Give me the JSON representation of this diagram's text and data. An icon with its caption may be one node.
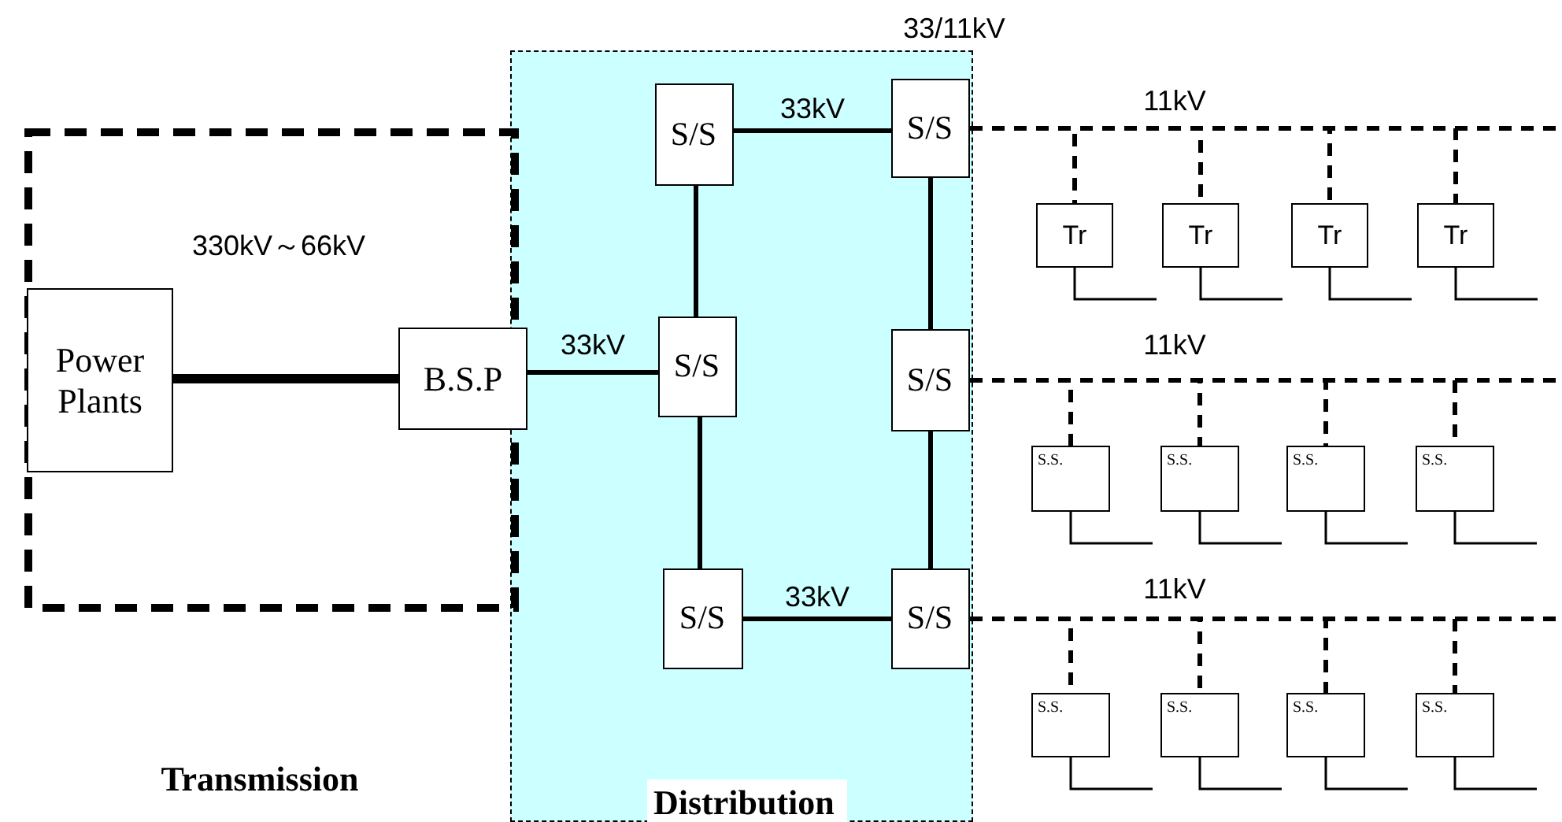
{
  "diagram": {
    "nodes": [
      {
        "text": [
          "Power Plants"
        ]
      },
      {
        "text": [
          "B.S.P"
        ]
      },
      {
        "text": [
          "Distribution"
        ]
      },
      {
        "text": [
          "S/S"
        ],
        "in": 2
      },
      {
        "text": [
          "S/S"
        ],
        "in": 2
      },
      {
        "text": [
          "S/S"
        ],
        "in": 2
      },
      {
        "text": [
          "S/S"
        ],
        "in": 2
      },
      {
        "text": [
          "S/S"
        ],
        "in": 2
      },
      {
        "text": [
          "S/S"
        ],
        "in": 2
      },
      {
        "text": [
          "Tr"
        ]
      },
      {
        "text": [
          "Tr"
        ]
      },
      {
        "text": [
          "Tr"
        ]
      },
      {
        "text": [
          "Tr"
        ]
      },
      {
        "text": [
          "S.S."
        ]
      },
      {
        "text": [
          "S.S."
        ]
      },
      {
        "text": [
          "S.S."
        ]
      },
      {
        "text": [
          "S.S."
        ]
      },
      {
        "text": [
          "S.S."
        ]
      },
      {
        "text": [
          "S.S."
        ]
      },
      {
        "text": [
          "S.S."
        ]
      },
      {
        "text": [
          "S.S."
        ]
      }
    ],
    "edges": [
      {
        "from": 0,
        "to": 1,
        "arrow": "none",
        "style": "thick"
      },
      {
        "from": 1,
        "to": 5,
        "arrow": "none",
        "label": "33kV"
      },
      {
        "from": 3,
        "to": 4,
        "arrow": "none",
        "label": "33kV"
      },
      {
        "from": 3,
        "to": 5,
        "arrow": "none"
      },
      {
        "from": 5,
        "to": 7,
        "arrow": "none"
      },
      {
        "from": 4,
        "to": 6,
        "arrow": "none"
      },
      {
        "from": 6,
        "to": 8,
        "arrow": "none"
      },
      {
        "from": 7,
        "to": 8,
        "arrow": "none",
        "label": "33kV"
      },
      {
        "from": 4,
        "to": 9,
        "arrow": "none",
        "style": "dashed"
      },
      {
        "from": 4,
        "to": 10,
        "arrow": "none",
        "style": "dashed"
      },
      {
        "from": 4,
        "to": 11,
        "arrow": "none",
        "style": "dashed"
      },
      {
        "from": 4,
        "to": 12,
        "arrow": "none",
        "style": "dashed"
      },
      {
        "from": 4,
        "to": null,
        "arrow": "none",
        "style": "dashed"
      },
      {
        "from": 6,
        "to": 13,
        "arrow": "none",
        "style": "dashed"
      },
      {
        "from": 6,
        "to": 14,
        "arrow": "none",
        "style": "dashed"
      },
      {
        "from": 6,
        "to": 15,
        "arrow": "none",
        "style": "dashed"
      },
      {
        "from": 6,
        "to": 16,
        "arrow": "none",
        "style": "dashed"
      },
      {
        "from": 6,
        "to": null,
        "arrow": "none",
        "style": "dashed"
      },
      {
        "from": 8,
        "to": 17,
        "arrow": "none",
        "style": "dashed"
      },
      {
        "from": 8,
        "to": 18,
        "arrow": "none",
        "style": "dashed"
      },
      {
        "from": 8,
        "to": 19,
        "arrow": "none",
        "style": "dashed"
      },
      {
        "from": 8,
        "to": 20,
        "arrow": "none",
        "style": "dashed"
      },
      {
        "from": 8,
        "to": null,
        "arrow": "none",
        "style": "dashed"
      },
      {
        "from": 9,
        "to": null,
        "arrow": "none"
      },
      {
        "from": 10,
        "to": null,
        "arrow": "none"
      },
      {
        "from": 11,
        "to": null,
        "arrow": "none"
      },
      {
        "from": 12,
        "to": null,
        "arrow": "none"
      },
      {
        "from": 13,
        "to": null,
        "arrow": "none"
      },
      {
        "from": 14,
        "to": null,
        "arrow": "none"
      },
      {
        "from": 15,
        "to": null,
        "arrow": "none"
      },
      {
        "from": 16,
        "to": null,
        "arrow": "none"
      },
      {
        "from": 17,
        "to": null,
        "arrow": "none"
      },
      {
        "from": 18,
        "to": null,
        "arrow": "none"
      },
      {
        "from": 19,
        "to": null,
        "arrow": "none"
      },
      {
        "from": 20,
        "to": null,
        "arrow": "none"
      }
    ],
    "labels": [
      "330kV～66kV",
      "33/11kV",
      "11kV",
      "11kV",
      "11kV",
      "Transmission"
    ]
  }
}
